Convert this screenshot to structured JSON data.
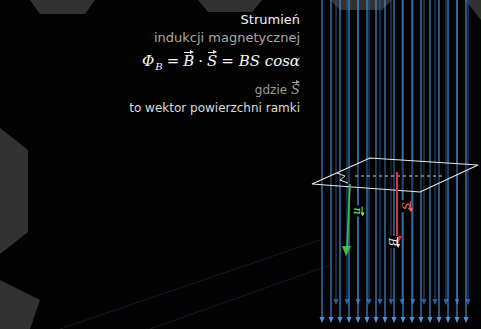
{
  "diagram": {
    "labels": [
      "Strumień",
      "indukcji magnetycznej",
      "Φ",
      "B",
      "=",
      "B",
      "·",
      "S",
      "= BS cosα",
      "gdzie",
      "S",
      "to wektor powierzchni ramki",
      "n",
      "S",
      "B"
    ]
  }
}
